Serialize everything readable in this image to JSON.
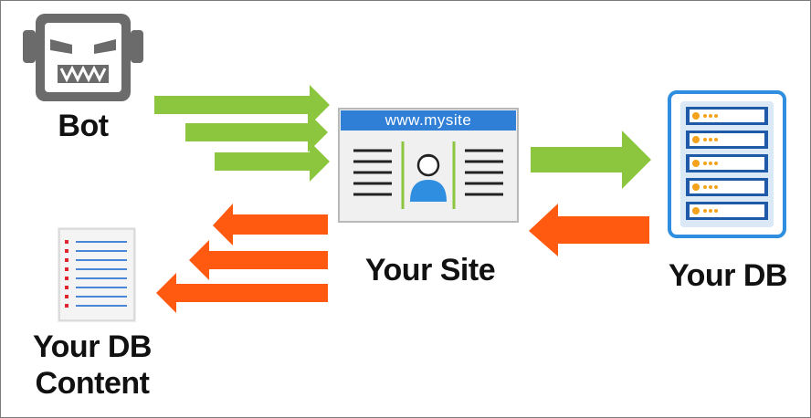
{
  "labels": {
    "bot": "Bot",
    "site": "Your Site",
    "db": "Your DB",
    "db_content_line1": "Your DB",
    "db_content_line2": "Content"
  },
  "site_card": {
    "url": "www.mysite"
  },
  "icons": {
    "bot": "robot-icon",
    "site": "website-card-icon",
    "db": "database-server-icon",
    "content": "document-list-icon",
    "user": "user-avatar-icon"
  },
  "colors": {
    "request_arrow": "#8cc63f",
    "response_arrow": "#ff5a0f",
    "site_header": "#2f7fd6",
    "db_blue": "#2f8ee0",
    "db_dot": "#f4a21c",
    "robot_gray": "#6b6b6b",
    "content_dot": "#e0262d"
  }
}
